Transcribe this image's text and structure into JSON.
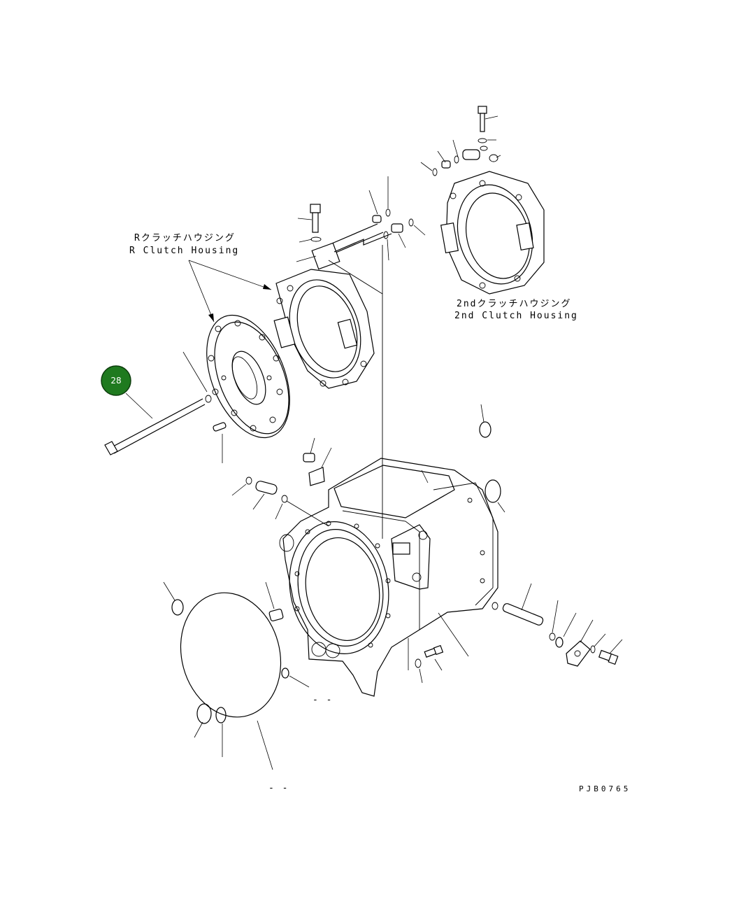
{
  "labels": {
    "r_clutch_jp": "Rクラッチハウジング",
    "r_clutch_en": "R Clutch Housing",
    "second_clutch_jp": "2ndクラッチハウジング",
    "second_clutch_en": "2nd Clutch Housing",
    "drawing_code": "PJB0765",
    "dash_marks_1": "- -",
    "dash_marks_2": "- -"
  },
  "callouts": [
    {
      "number": "28",
      "color": "#1f7a1f"
    }
  ]
}
